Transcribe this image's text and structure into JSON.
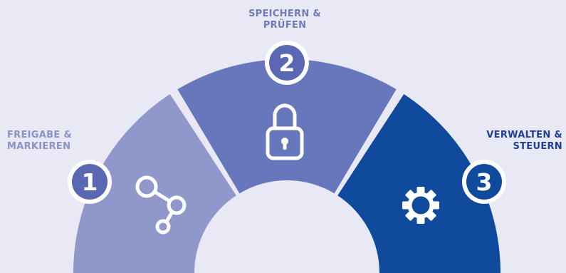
{
  "steps": [
    {
      "number": "1",
      "label_line1": "FREIGABE &",
      "label_line2": "MARKIEREN",
      "icon": "share-nodes-icon",
      "color": "#8f97cb"
    },
    {
      "number": "2",
      "label_line1": "SPEICHERN &",
      "label_line2": "PRÜFEN",
      "icon": "padlock-icon",
      "color": "#6677bb"
    },
    {
      "number": "3",
      "label_line1": "VERWALTEN &",
      "label_line2": "STEUERN",
      "icon": "gear-icon",
      "color": "#0f4a9c"
    }
  ],
  "colors": {
    "background": "#e9e9f5",
    "label1": "#8a92c6",
    "label2": "#6f7bbd",
    "label3": "#1f3f95",
    "badge_fill": "#5a67b2",
    "badge_fill_3": "#0f4a9c"
  }
}
